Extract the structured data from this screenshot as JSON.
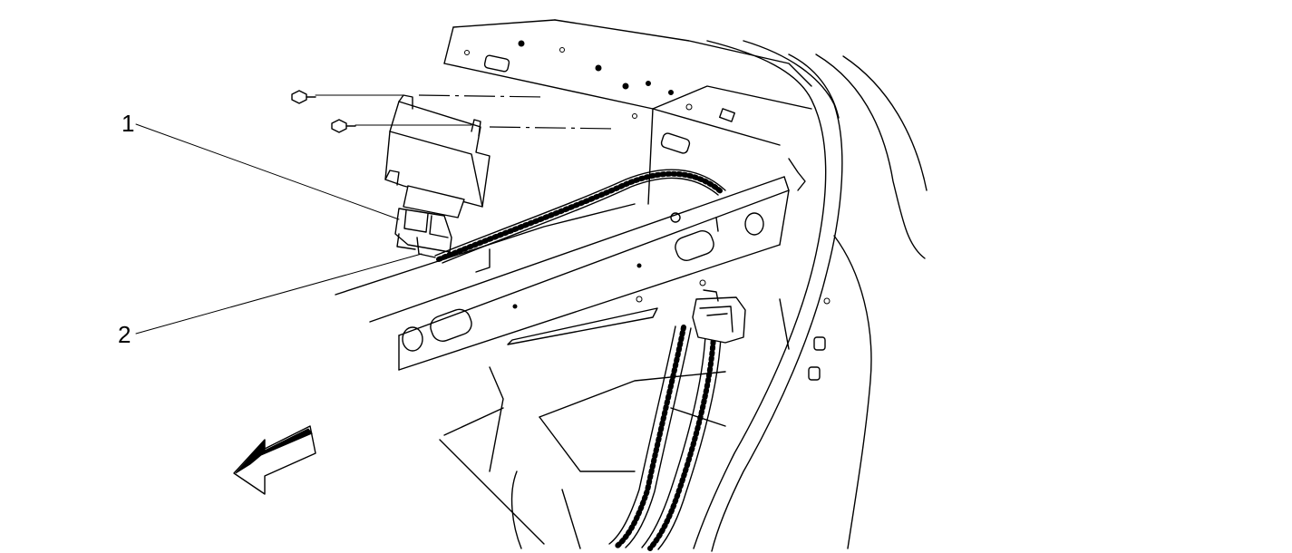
{
  "callouts": [
    {
      "id": "1",
      "label": "1"
    },
    {
      "id": "2",
      "label": "2"
    }
  ],
  "colors": {
    "line": "#000000",
    "background": "#ffffff"
  },
  "icons": [
    "front-direction-arrow-icon",
    "bolt-icon"
  ]
}
